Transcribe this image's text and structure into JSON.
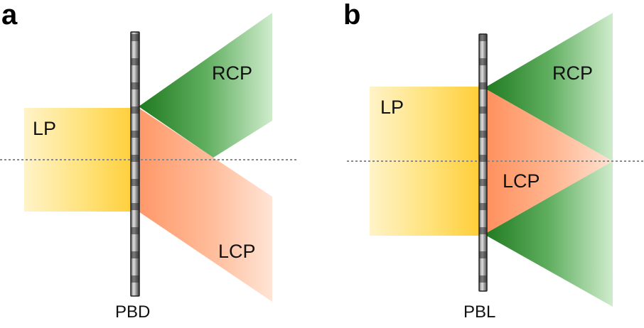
{
  "panels": {
    "a": {
      "letter": "a",
      "device_label": "PBD",
      "input_beam_label": "LP",
      "output_upper_label": "RCP",
      "output_lower_label": "LCP"
    },
    "b": {
      "letter": "b",
      "device_label": "PBL",
      "input_beam_label": "LP",
      "output_upper_label": "RCP",
      "output_lower_label": "LCP"
    }
  },
  "colors": {
    "lp_beam": "#ffd24a",
    "rcp_beam": "#2e8b2e",
    "lcp_beam": "#ff9a6a",
    "optical_axis": "#888888",
    "element_dark": "#3a3a3a",
    "element_light": "#e0e0e0"
  }
}
